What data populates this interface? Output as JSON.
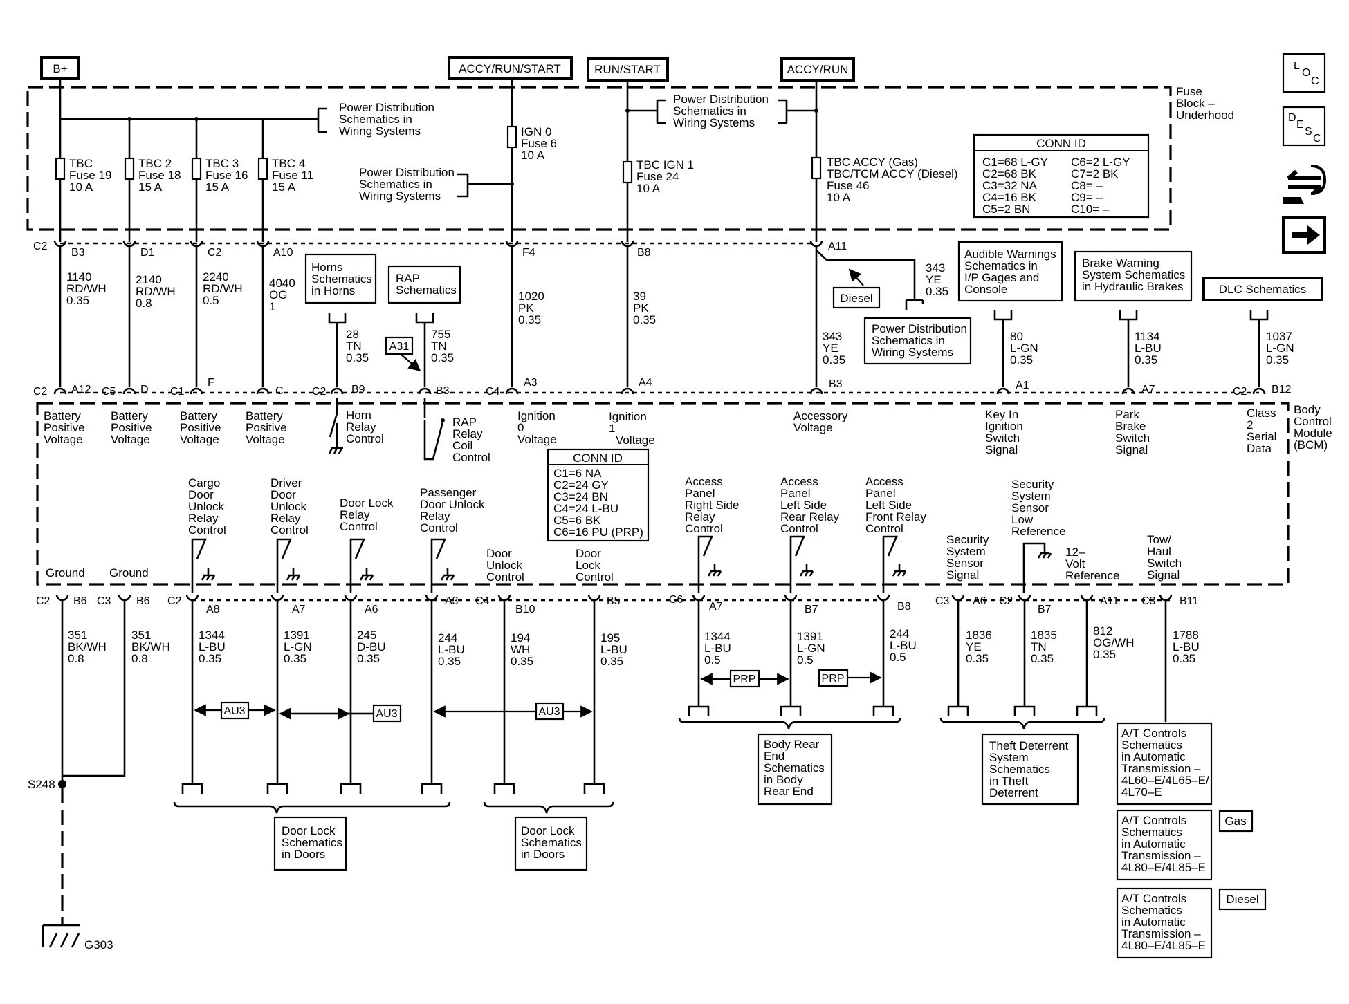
{
  "supplies": {
    "b_plus": "B+",
    "accy_run_start": "ACCY/RUN/START",
    "run_start": "RUN/START",
    "accy_run": "ACCY/RUN"
  },
  "side_icons": {
    "loc": [
      "L",
      "O",
      "C"
    ],
    "desc": [
      "D",
      "E",
      "S",
      "C"
    ]
  },
  "fuse_block": [
    "Fuse",
    "Block –",
    "Underhood"
  ],
  "bcm": [
    "Body",
    "Control",
    "Module",
    "(BCM)"
  ],
  "pds": [
    "Power Distribution",
    "Schematics in",
    "Wiring Systems"
  ],
  "fuses": [
    [
      "TBC",
      "Fuse 19",
      "10 A"
    ],
    [
      "TBC 2",
      "Fuse 18",
      "15 A"
    ],
    [
      "TBC 3",
      "Fuse 16",
      "15 A"
    ],
    [
      "TBC 4",
      "Fuse 11",
      "15 A"
    ],
    [
      "IGN 0",
      "Fuse 6",
      "10 A"
    ],
    [
      "TBC IGN 1",
      "Fuse 24",
      "10 A"
    ],
    [
      "TBC ACCY (Gas)",
      "TBC/TCM ACCY (Diesel)",
      "Fuse 46",
      "10 A"
    ]
  ],
  "conn1": {
    "title": "CONN ID",
    "left": [
      "C1=68 L-GY",
      "C2=68 BK",
      "C3=32 NA",
      "C4=16 BK",
      "C5=2 BN"
    ],
    "right": [
      "C6=2 L-GY",
      "C7=2 BK",
      "C8= –",
      "C9= –",
      "C10= –"
    ]
  },
  "conn2": {
    "title": "CONN ID",
    "rows": [
      "C1=6 NA",
      "C2=24 GY",
      "C3=24 BN",
      "C4=24 L-BU",
      "C5=6 BK",
      "C6=16 PU (PRP)"
    ]
  },
  "fb_pins": [
    {
      "c": "C2",
      "p": "B3"
    },
    {
      "c": "",
      "p": "D1"
    },
    {
      "c": "",
      "p": "C2"
    },
    {
      "c": "",
      "p": "A10"
    },
    {
      "c": "",
      "p": "F4"
    },
    {
      "c": "",
      "p": "B8"
    },
    {
      "c": "",
      "p": "A11"
    }
  ],
  "top_wires": [
    [
      "1140",
      "RD/WH",
      "0.35"
    ],
    [
      "2140",
      "RD/WH",
      "0.8"
    ],
    [
      "2240",
      "RD/WH",
      "0.5"
    ],
    [
      "4040",
      "OG",
      "1"
    ],
    [
      "1020",
      "PK",
      "0.35"
    ],
    [
      "39",
      "PK",
      "0.35"
    ],
    [
      "343",
      "YE",
      "0.35"
    ],
    [
      "343",
      "YE",
      "0.35"
    ],
    [
      "28",
      "TN",
      "0.35"
    ],
    [
      "755",
      "TN",
      "0.35"
    ],
    [
      "80",
      "L-GN",
      "0.35"
    ],
    [
      "1134",
      "L-BU",
      "0.35"
    ],
    [
      "1037",
      "L-GN",
      "0.35"
    ]
  ],
  "ref_boxes": {
    "horns": [
      "Horns",
      "Schematics",
      "in Horns"
    ],
    "rap": [
      "RAP",
      "Schematics"
    ],
    "a31": "A31",
    "diesel": "Diesel",
    "audible": [
      "Audible Warnings",
      "Schematics in",
      "I/P Gages and",
      "Console"
    ],
    "brake": [
      "Brake Warning",
      "System Schematics",
      "in Hydraulic Brakes"
    ],
    "dlc": "DLC Schematics"
  },
  "bcm_top_pins": [
    {
      "c": "C2",
      "p": "A12"
    },
    {
      "c": "C5",
      "p": "D"
    },
    {
      "c": "C1",
      "p": "F"
    },
    {
      "c": "",
      "p": "C"
    },
    {
      "c": "C2",
      "p": "B9"
    },
    {
      "c": "",
      "p": "B3"
    },
    {
      "c": "C4",
      "p": "A3"
    },
    {
      "c": "",
      "p": "A4"
    },
    {
      "c": "",
      "p": "B3"
    },
    {
      "c": "",
      "p": "A1"
    },
    {
      "c": "",
      "p": "A7"
    },
    {
      "c": "C2",
      "p": "B12"
    }
  ],
  "bcm_top_labels": [
    [
      "Battery",
      "Positive",
      "Voltage"
    ],
    [
      "Battery",
      "Positive",
      "Voltage"
    ],
    [
      "Battery",
      "Positive",
      "Voltage"
    ],
    [
      "Battery",
      "Positive",
      "Voltage"
    ],
    [
      "Horn",
      "Relay",
      "Control"
    ],
    [
      "RAP",
      "Relay",
      "Coil",
      "Control"
    ],
    [
      "Ignition",
      "0",
      "Voltage"
    ],
    [
      "Ignition",
      "1",
      "Voltage"
    ],
    [
      "Accessory",
      "Voltage"
    ],
    [
      "Key In",
      "Ignition",
      "Switch",
      "Signal"
    ],
    [
      "Park",
      "Brake",
      "Switch",
      "Signal"
    ],
    [
      "Class",
      "2",
      "Serial",
      "Data"
    ]
  ],
  "bcm_bottom_labels": [
    [
      "Ground"
    ],
    [
      "Ground"
    ],
    [
      "Cargo",
      "Door",
      "Unlock",
      "Relay",
      "Control"
    ],
    [
      "Driver",
      "Door",
      "Unlock",
      "Relay",
      "Control"
    ],
    [
      "Door Lock",
      "Relay",
      "Control"
    ],
    [
      "Passenger",
      "Door Unlock",
      "Relay",
      "Control"
    ],
    [
      "Door",
      "Unlock",
      "Control"
    ],
    [
      "Door",
      "Lock",
      "Control"
    ],
    [
      "Access",
      "Panel",
      "Right Side",
      "Relay",
      "Control"
    ],
    [
      "Access",
      "Panel",
      "Left Side",
      "Rear Relay",
      "Control"
    ],
    [
      "Access",
      "Panel",
      "Left Side",
      "Front Relay",
      "Control"
    ],
    [
      "Security",
      "System",
      "Sensor",
      "Signal"
    ],
    [
      "Security",
      "System",
      "Sensor",
      "Low",
      "Reference"
    ],
    [
      "12–",
      "Volt",
      "Reference"
    ],
    [
      "Tow/",
      "Haul",
      "Switch",
      "Signal"
    ]
  ],
  "bottom_pins": [
    {
      "c": "C2",
      "p": "B6"
    },
    {
      "c": "C3",
      "p": "B6"
    },
    {
      "c": "C2",
      "p": "A8"
    },
    {
      "c": "",
      "p": "A7"
    },
    {
      "c": "",
      "p": "A6"
    },
    {
      "c": "",
      "p": "A3"
    },
    {
      "c": "C4",
      "p": "B10"
    },
    {
      "c": "",
      "p": "B5"
    },
    {
      "c": "C6",
      "p": "A7"
    },
    {
      "c": "",
      "p": "B7"
    },
    {
      "c": "",
      "p": "B8"
    },
    {
      "c": "C3",
      "p": "A6"
    },
    {
      "c": "C2",
      "p": "B7"
    },
    {
      "c": "",
      "p": "A11"
    },
    {
      "c": "C3",
      "p": "B11"
    }
  ],
  "bottom_wires": [
    [
      "351",
      "BK/WH",
      "0.8"
    ],
    [
      "351",
      "BK/WH",
      "0.8"
    ],
    [
      "1344",
      "L-BU",
      "0.35"
    ],
    [
      "1391",
      "L-GN",
      "0.35"
    ],
    [
      "245",
      "D-BU",
      "0.35"
    ],
    [
      "244",
      "L-BU",
      "0.35"
    ],
    [
      "194",
      "WH",
      "0.35"
    ],
    [
      "195",
      "L-BU",
      "0.35"
    ],
    [
      "1344",
      "L-BU",
      "0.5"
    ],
    [
      "1391",
      "L-GN",
      "0.5"
    ],
    [
      "244",
      "L-BU",
      "0.5"
    ],
    [
      "1836",
      "YE",
      "0.35"
    ],
    [
      "1835",
      "TN",
      "0.35"
    ],
    [
      "812",
      "OG/WH",
      "0.35"
    ],
    [
      "1788",
      "L-BU",
      "0.35"
    ]
  ],
  "options": {
    "au3": "AU3",
    "prp": "PRP"
  },
  "splice": "S248",
  "ground": "G303",
  "dest_boxes": {
    "doorlock": [
      "Door Lock",
      "Schematics",
      "in Doors"
    ],
    "body_rear": [
      "Body Rear",
      "End",
      "Schematics",
      "in Body",
      "Rear End"
    ],
    "theft": [
      "Theft Deterrent",
      "System",
      "Schematics",
      "in Theft",
      "Deterrent"
    ],
    "at1": [
      "A/T Controls",
      "Schematics",
      "in Automatic",
      "Transmission –",
      "4L60–E/4L65–E/",
      "4L70–E"
    ],
    "at2": [
      "A/T Controls",
      "Schematics",
      "in Automatic",
      "Transmission –",
      "4L80–E/4L85–E"
    ],
    "at3": [
      "A/T Controls",
      "Schematics",
      "in Automatic",
      "Transmission –",
      "4L80–E/4L85–E"
    ],
    "gas": "Gas",
    "diesel": "Diesel"
  }
}
